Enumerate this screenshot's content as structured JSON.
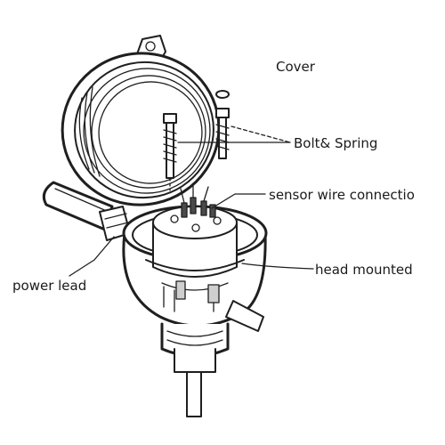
{
  "labels": {
    "cover": "Cover",
    "bolt_spring": "Bolt& Spring",
    "sensor_wire": "sensor wire connectio",
    "head_mounted": "head mounted",
    "power_lead": "power lead"
  }
}
